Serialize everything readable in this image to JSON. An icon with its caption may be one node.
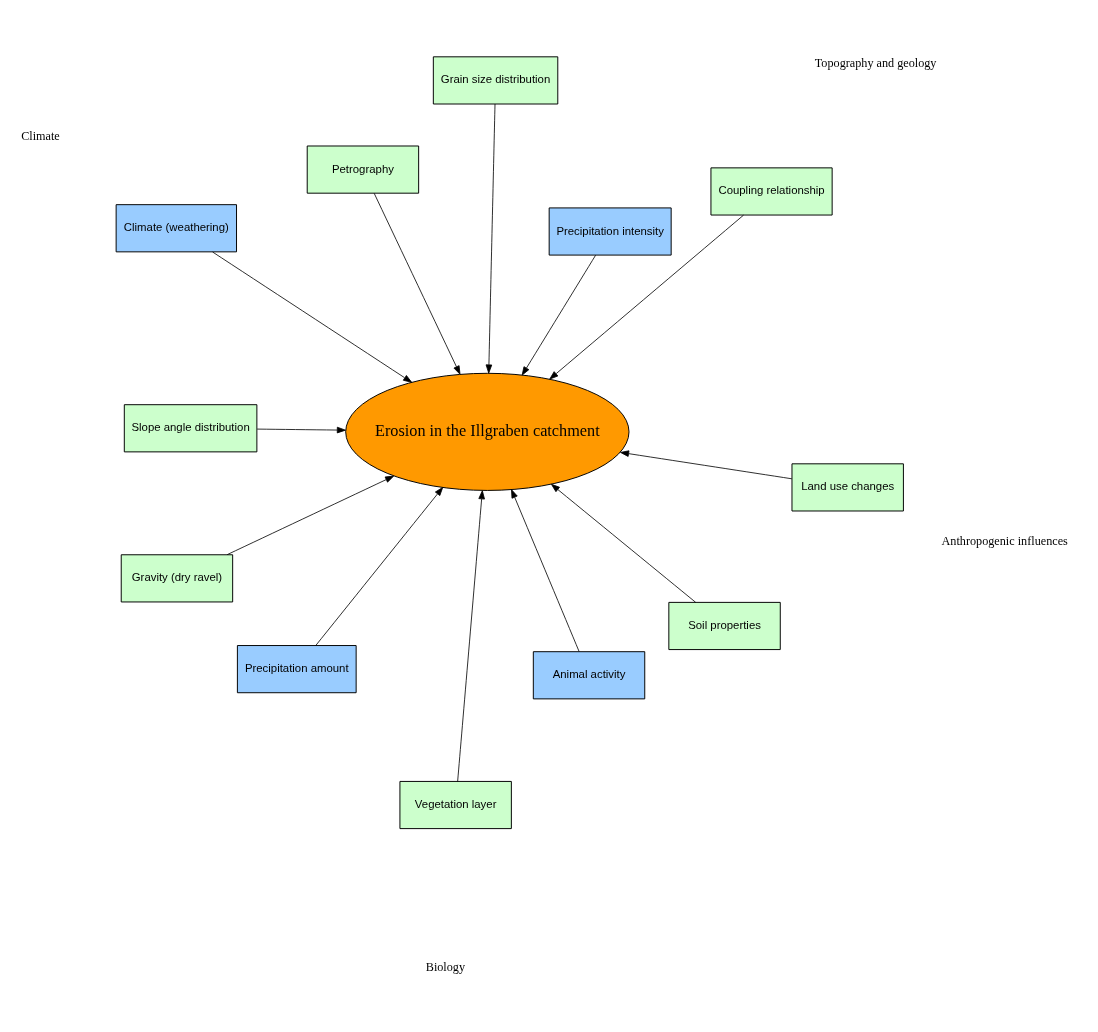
{
  "diagram": {
    "nodes": [
      {
        "text": [
          "Slope angle distribution"
        ]
      },
      {
        "text": [
          "Coupling relationship"
        ]
      },
      {
        "text": [
          "Climate (weathering)"
        ]
      },
      {
        "text": [
          "Grain size distribution"
        ]
      },
      {
        "text": [
          "Precipitation intensity"
        ]
      },
      {
        "text": [
          "Petrography"
        ]
      },
      {
        "text": [
          "Precipitation amount"
        ]
      },
      {
        "text": [
          "Erosion in the Illgraben catchment"
        ]
      },
      {
        "text": [
          "Gravity (dry ravel)"
        ]
      },
      {
        "text": [
          "Soil properties"
        ]
      },
      {
        "text": [
          "Animal activity"
        ]
      },
      {
        "text": [
          "Vegetation layer"
        ]
      },
      {
        "text": [
          "Land use changes"
        ]
      }
    ],
    "edges": [
      {
        "from": 0,
        "to": 7,
        "arrow": "to"
      },
      {
        "from": 1,
        "to": 7,
        "arrow": "to"
      },
      {
        "from": 2,
        "to": 7,
        "arrow": "to"
      },
      {
        "from": 3,
        "to": 7,
        "arrow": "to"
      },
      {
        "from": 4,
        "to": 7,
        "arrow": "to"
      },
      {
        "from": 5,
        "to": 7,
        "arrow": "to"
      },
      {
        "from": 6,
        "to": 7,
        "arrow": "to"
      },
      {
        "from": 8,
        "to": 7,
        "arrow": "to"
      },
      {
        "from": 9,
        "to": 7,
        "arrow": "to"
      },
      {
        "from": 10,
        "to": 7,
        "arrow": "to"
      },
      {
        "from": 11,
        "to": 7,
        "arrow": "to"
      },
      {
        "from": 12,
        "to": 7,
        "arrow": "to"
      }
    ],
    "labels": [
      "Topography and geology",
      "Climate",
      "Anthropogenic influences",
      "Biology"
    ]
  }
}
